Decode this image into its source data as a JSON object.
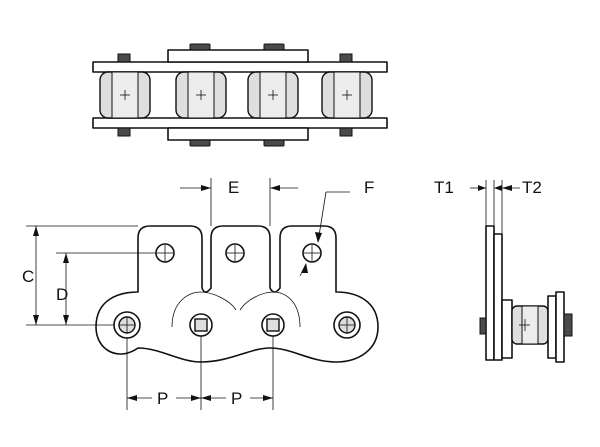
{
  "labels": {
    "e": "E",
    "f": "F",
    "c": "C",
    "d": "D",
    "p1": "P",
    "p2": "P",
    "t1": "T1",
    "t2": "T2"
  }
}
